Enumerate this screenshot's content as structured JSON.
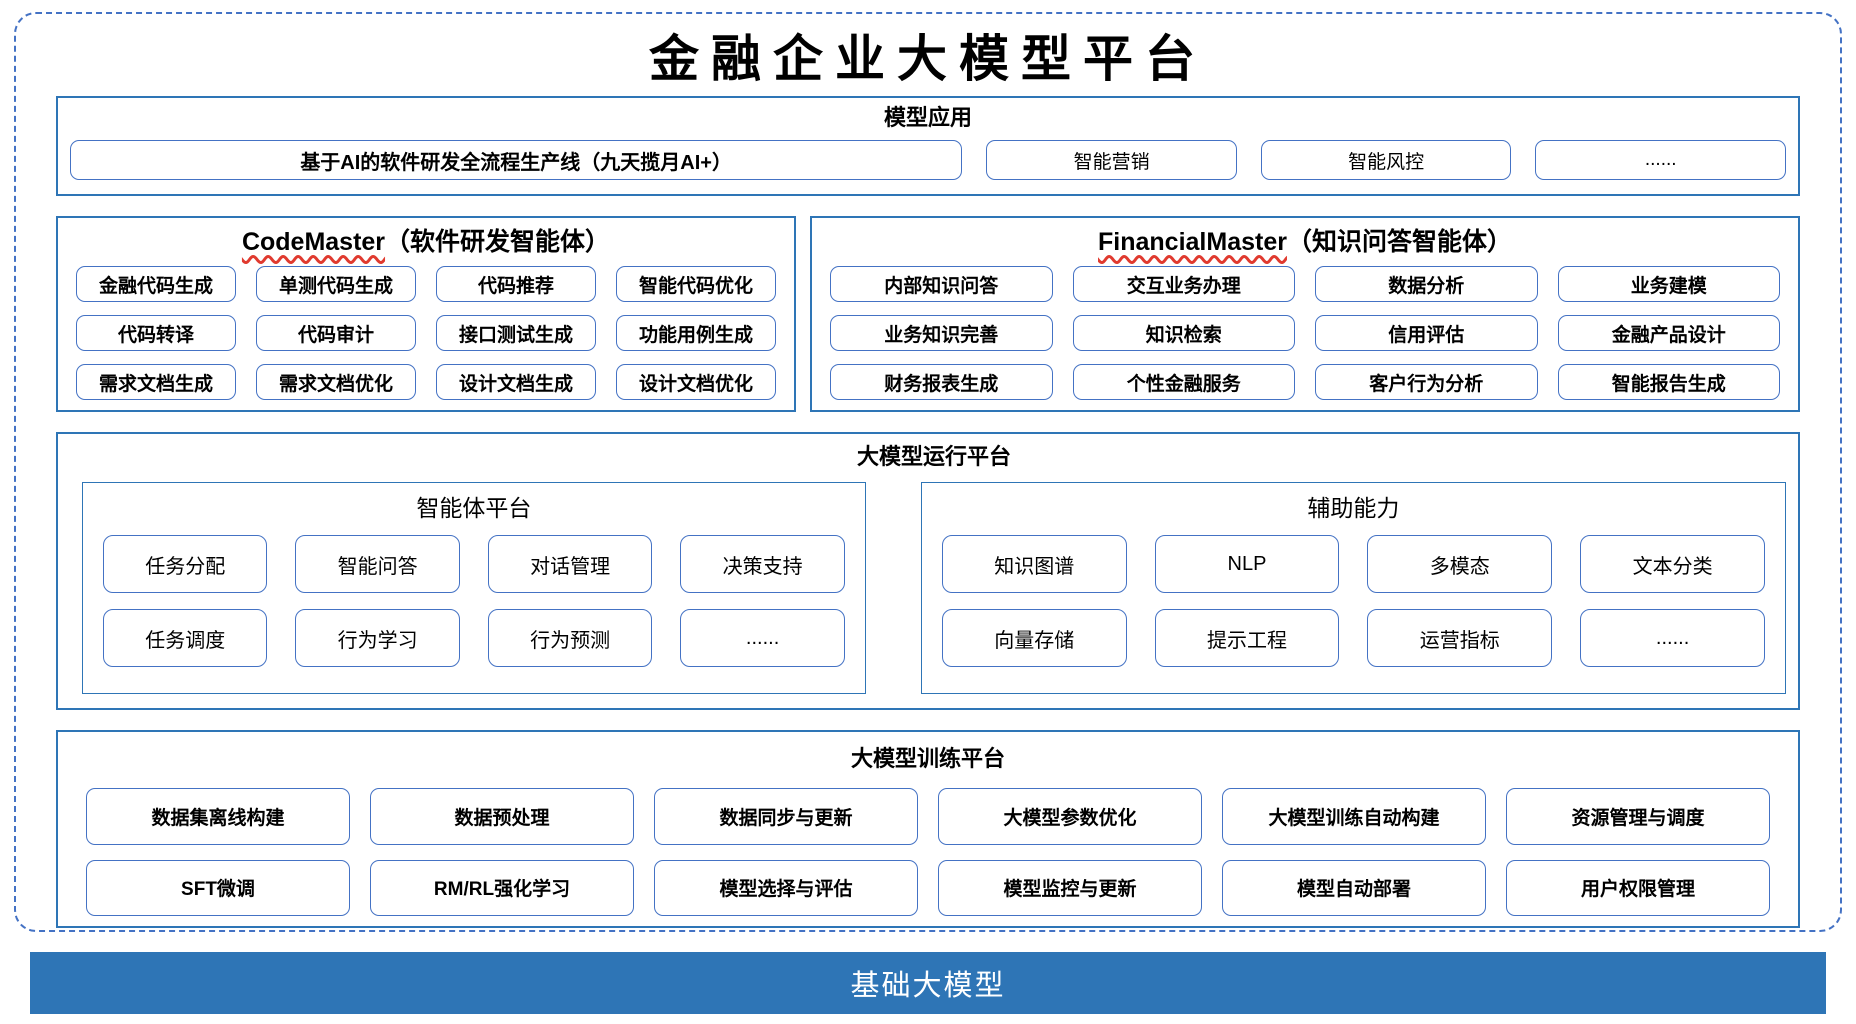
{
  "title": "金融企业大模型平台",
  "colors": {
    "frame_blue": "#2e75b6",
    "chip_border_blue": "#4472c4",
    "dashed_border_blue": "#4472c4",
    "foundation_bar_bg": "#2e75b6",
    "spellcheck_red": "#e03a2f",
    "text": "#000000"
  },
  "model_app": {
    "heading": "模型应用",
    "main_item": "基于AI的软件研发全流程生产线（九天揽月AI+）",
    "items": [
      "智能营销",
      "智能风控",
      "......"
    ]
  },
  "agents": [
    {
      "name_en": "CodeMaster",
      "name_zh": "（软件研发智能体）",
      "items": [
        "金融代码生成",
        "单测代码生成",
        "代码推荐",
        "智能代码优化",
        "代码转译",
        "代码审计",
        "接口测试生成",
        "功能用例生成",
        "需求文档生成",
        "需求文档优化",
        "设计文档生成",
        "设计文档优化"
      ]
    },
    {
      "name_en": "FinancialMaster",
      "name_zh": "（知识问答智能体）",
      "items": [
        "内部知识问答",
        "交互业务办理",
        "数据分析",
        "业务建模",
        "业务知识完善",
        "知识检索",
        "信用评估",
        "金融产品设计",
        "财务报表生成",
        "个性金融服务",
        "客户行为分析",
        "智能报告生成"
      ]
    }
  ],
  "runtime": {
    "heading": "大模型运行平台",
    "groups": [
      {
        "name": "智能体平台",
        "items": [
          "任务分配",
          "智能问答",
          "对话管理",
          "决策支持",
          "任务调度",
          "行为学习",
          "行为预测",
          "......"
        ]
      },
      {
        "name": "辅助能力",
        "items": [
          "知识图谱",
          "NLP",
          "多模态",
          "文本分类",
          "向量存储",
          "提示工程",
          "运营指标",
          "......"
        ]
      }
    ]
  },
  "training": {
    "heading": "大模型训练平台",
    "items": [
      "数据集离线构建",
      "数据预处理",
      "数据同步与更新",
      "大模型参数优化",
      "大模型训练自动构建",
      "资源管理与调度",
      "SFT微调",
      "RM/RL强化学习",
      "模型选择与评估",
      "模型监控与更新",
      "模型自动部署",
      "用户权限管理"
    ]
  },
  "foundation": {
    "label": "基础大模型"
  }
}
